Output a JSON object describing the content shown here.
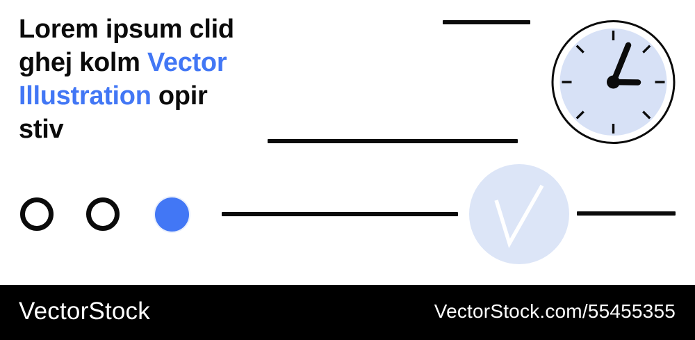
{
  "colors": {
    "ink": "#0b0b0b",
    "accent_blue": "#4277f5",
    "light_blue_circle": "#dce5f7",
    "clock_face": "#d7e1f6",
    "footer_bg": "#000000",
    "footer_text": "#ffffff",
    "background": "#ffffff"
  },
  "headline": {
    "lines": [
      {
        "segments": [
          {
            "text": "Lorem ipsum clid",
            "accent": false
          }
        ]
      },
      {
        "segments": [
          {
            "text": "ghej kolm ",
            "accent": false
          },
          {
            "text": "Vector",
            "accent": true
          }
        ]
      },
      {
        "segments": [
          {
            "text": "Illustration",
            "accent": true
          },
          {
            "text": " opir",
            "accent": false
          }
        ]
      },
      {
        "segments": [
          {
            "text": "stiv",
            "accent": false
          }
        ]
      }
    ]
  },
  "illustration": {
    "rule_line_count": 4,
    "clock": {
      "tick_count": 8,
      "face_color": "#d7e1f6",
      "minute_hand_angle_deg": 21,
      "hour_hand_angle_deg": 90
    },
    "dots": {
      "outlined_count": 2,
      "filled_count": 1,
      "filled_color": "#4277f5"
    },
    "check_circle": {
      "background": "#dce5f7",
      "check_color": "#ffffff"
    }
  },
  "footer": {
    "brand": "VectorStock",
    "attribution": "VectorStock.com/55455355"
  }
}
